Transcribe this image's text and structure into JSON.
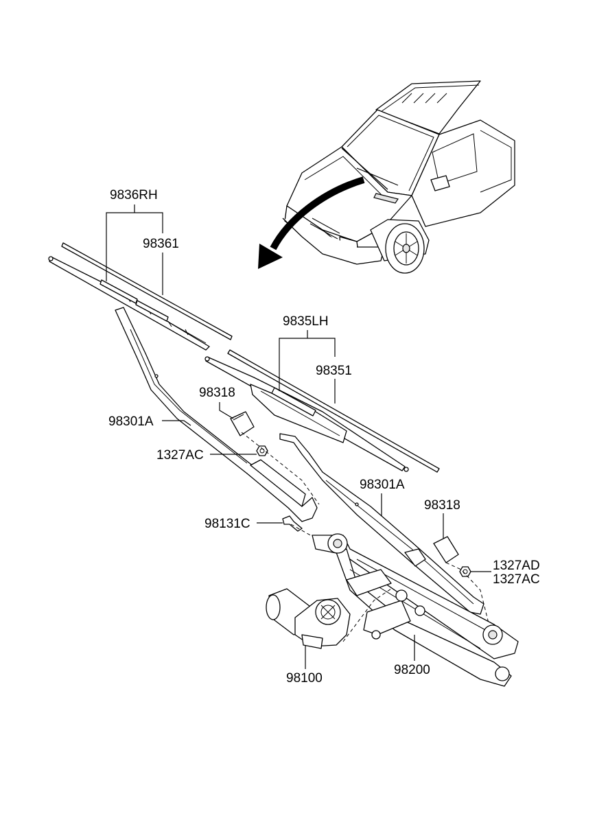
{
  "labels": {
    "rh_assembly": "9836RH",
    "rh_blade": "98361",
    "lh_assembly": "9835LH",
    "lh_blade": "98351",
    "cap_left": "98318",
    "arm_left": "98301A",
    "nut_left": "1327AC",
    "bolt": "98131C",
    "arm_right": "98301A",
    "cap_right": "98318",
    "nut_right_top": "1327AD",
    "nut_right_bottom": "1327AC",
    "motor": "98100",
    "linkage": "98200"
  }
}
